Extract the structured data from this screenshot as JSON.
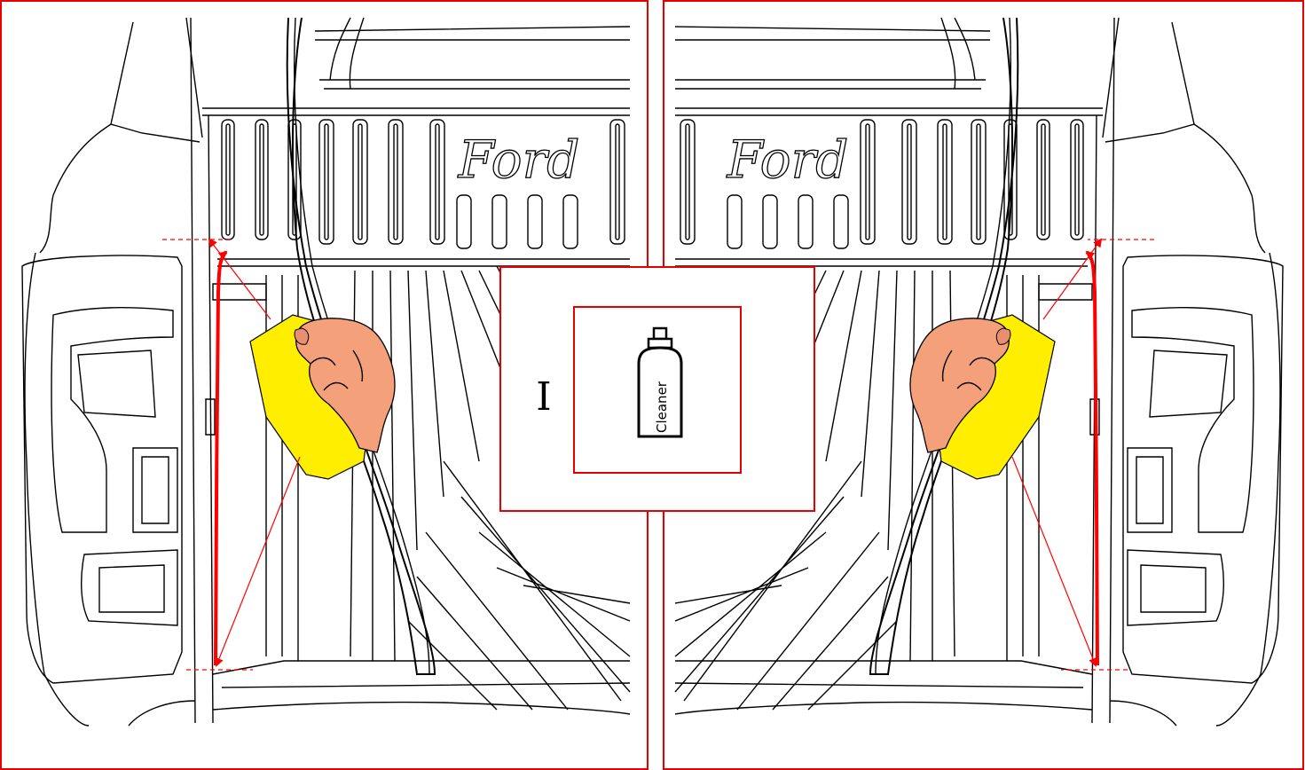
{
  "logo_text": "Ford",
  "cleaner_label": "Cleaner",
  "step_number": "I",
  "colors": {
    "frame": "#e60000",
    "arrow": "#ff0000",
    "sponge": "#ffee00",
    "hand": "#f4a07a",
    "line": "#000000"
  },
  "icons": [
    "cleaner-bottle-icon",
    "sponge-icon",
    "hand-icon",
    "ford-logo-icon"
  ]
}
